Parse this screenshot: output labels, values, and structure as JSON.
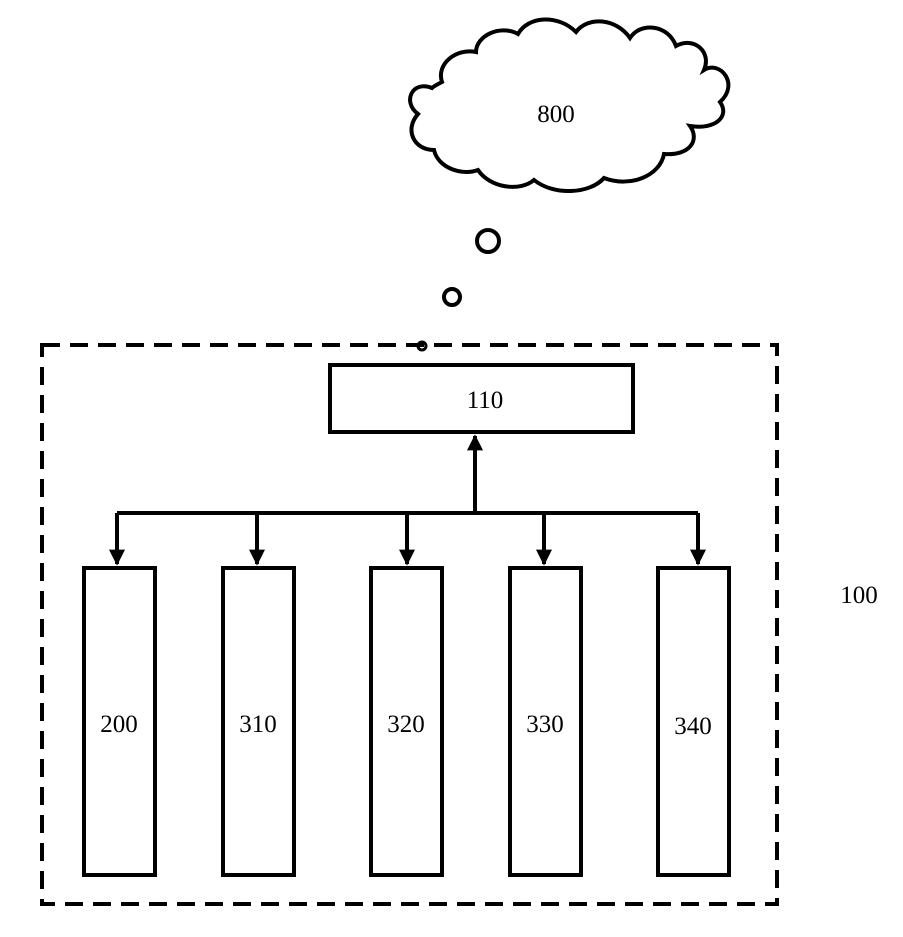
{
  "diagram": {
    "cloud": {
      "label": "800"
    },
    "controller": {
      "label": "110"
    },
    "system": {
      "label": "100"
    },
    "modules": [
      {
        "label": "200"
      },
      {
        "label": "310"
      },
      {
        "label": "320"
      },
      {
        "label": "330"
      },
      {
        "label": "340"
      }
    ]
  },
  "colors": {
    "stroke": "#000000",
    "background": "#ffffff"
  }
}
